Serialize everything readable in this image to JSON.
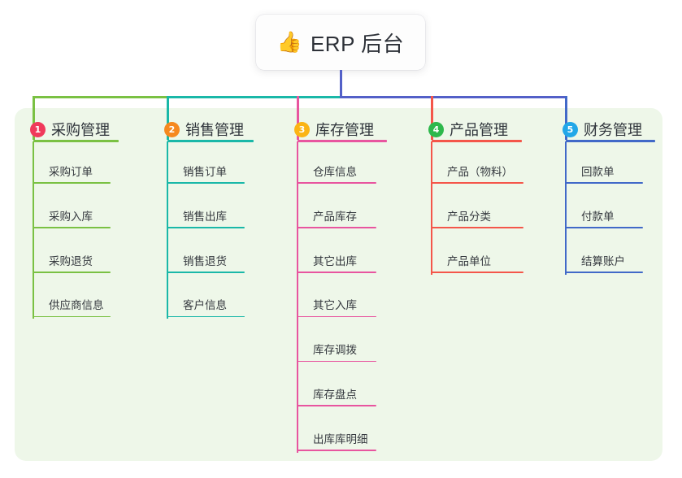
{
  "root": {
    "icon": "thumbs-up-icon",
    "emoji": "👍",
    "title": "ERP 后台"
  },
  "colors": {
    "panel_bg": "#eef7e9",
    "root_bg": "#fdfdfd",
    "root_text": "#2d3138",
    "bus_left": "#7ac143",
    "bus_mid": "#1ab8a8",
    "bus_right": "#5360c8"
  },
  "branches": [
    {
      "index": "1",
      "label": "采购管理",
      "badge_color": "#f0395b",
      "line_color": "#7ac143",
      "drop_color": "#7ac143",
      "items": [
        "采购订单",
        "采购入库",
        "采购退货",
        "供应商信息"
      ]
    },
    {
      "index": "2",
      "label": "销售管理",
      "badge_color": "#f6881f",
      "line_color": "#1ab8a8",
      "drop_color": "#1ab8a8",
      "items": [
        "销售订单",
        "销售出库",
        "销售退货",
        "客户信息"
      ]
    },
    {
      "index": "3",
      "label": "库存管理",
      "badge_color": "#fbb415",
      "line_color": "#e8559f",
      "drop_color": "#e8559f",
      "items": [
        "仓库信息",
        "产品库存",
        "其它出库",
        "其它入库",
        "库存调拨",
        "库存盘点",
        "出库库明细"
      ]
    },
    {
      "index": "4",
      "label": "产品管理",
      "badge_color": "#2eb84c",
      "line_color": "#f4564a",
      "drop_color": "#f4564a",
      "items": [
        "产品（物料）",
        "产品分类",
        "产品单位"
      ]
    },
    {
      "index": "5",
      "label": "财务管理",
      "badge_color": "#22a7e8",
      "line_color": "#4169c8",
      "drop_color": "#4169c8",
      "items": [
        "回款单",
        "付款单",
        "结算账户"
      ]
    }
  ]
}
